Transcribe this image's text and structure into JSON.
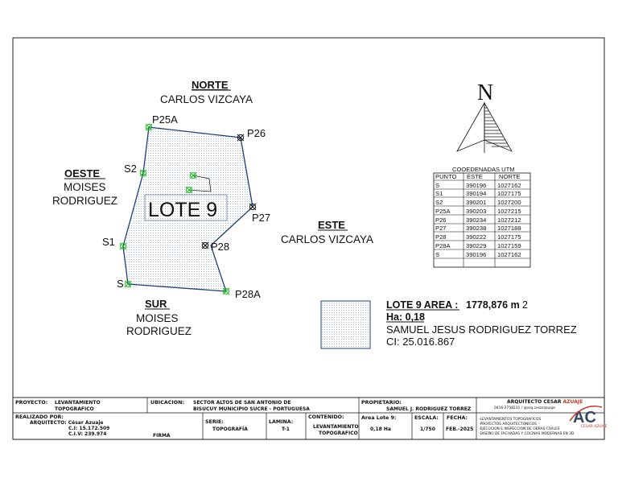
{
  "plan": {
    "north_label": "NORTE",
    "north_owner": "CARLOS  VIZCAYA",
    "east_label": "ESTE",
    "east_owner": "CARLOS  VIZCAYA",
    "west_label": "OESTE",
    "west_owner_line1": "MOISES",
    "west_owner_line2": "RODRIGUEZ",
    "south_label": "SUR",
    "south_owner_line1": "MOISES",
    "south_owner_line2": "RODRIGUEZ",
    "lot_label": "LOTE 9",
    "points": {
      "p25a": "P25A",
      "p26": "P26",
      "p27": "P27",
      "p28": "P28",
      "p28a": "P28A",
      "s2": "S2",
      "s1": "S1",
      "s": "S"
    },
    "hatch_color": "#9ab4c8",
    "marker_color": "#22bb22"
  },
  "north_arrow": {
    "letter": "N"
  },
  "coords_table": {
    "title": "COOEDENADAS UTM",
    "headers": [
      "PUNTO",
      "ESTE",
      "NORTE"
    ],
    "rows": [
      [
        "S",
        "390196",
        "1027162"
      ],
      [
        "S1",
        "390194",
        "1027175"
      ],
      [
        "S2",
        "390201",
        "1027200"
      ],
      [
        "P25A",
        "390203",
        "1027215"
      ],
      [
        "P26",
        "390234",
        "1027212"
      ],
      [
        "P27",
        "390238",
        "1027188"
      ],
      [
        "P28",
        "390222",
        "1027175"
      ],
      [
        "P28A",
        "390229",
        "1027159"
      ],
      [
        "S",
        "390196",
        "1027162"
      ]
    ]
  },
  "legend": {
    "area_label": "LOTE 9 AREA :",
    "area_value": "1778,876 m",
    "area_unit_sup": "2",
    "ha": "Ha: 0,18",
    "owner": "SAMUEL JESUS RODRIGUEZ TORREZ",
    "ci": "CI: 25.016.867"
  },
  "title_block": {
    "proyecto_label": "PROYECTO:",
    "proyecto_value1": "LEVANTAMIENTO",
    "proyecto_value2": "TOPOGRAFICO",
    "ubicacion_label": "UBICACION:",
    "ubicacion_value1": "SECTOR ALTOS DE SAN ANTONIO DE",
    "ubicacion_value2": "BISUCUY MUNICIPIO SUCRE - PORTUGUESA",
    "propietario_label": "PROPIETARIO:",
    "propietario_value": "SAMUEL J. RODRIGUEZ TORREZ",
    "realizado_label": "REALIZADO POR:",
    "arquitecto": "ARQUITECTO: César Azuaje",
    "ci": "C.I: 15.172.509",
    "civ": "C.I.V: 239.974",
    "firma": "FIRMA",
    "serie_label": "SERIE:",
    "serie_value": "TOPOGRAFÍA",
    "lamina_label": "LAMINA:",
    "lamina_value": "T-1",
    "contenido_label": "CONTENIDO:",
    "contenido_value1": "LEVANTAMIENTO",
    "contenido_value2": "TOPOGRAFICO",
    "area_lote_label": "Area Lote 9:",
    "area_lote_value": "0,18 Ha",
    "escala_label": "ESCALA:",
    "escala_value": "1/750",
    "fecha_label": "FECHA:",
    "fecha_value": "FEB.-2025",
    "brand_arq": "ARQUITECTO  CESAR ",
    "brand_name": "AZUAJE",
    "brand_contact": "0416-2758231 / @arq.cesarazuaje",
    "services": [
      "-LEVANTAMIENTOS TOPOGRAFICOS",
      "-PROYECTOS ARQUITECTONICOS",
      "-EJECUCION E INSPECCION DE OBRAS CIVILES",
      "-DISEÑO DE FACHADAS Y COCINAS MODERNAS EN 3D"
    ],
    "logo_text": "AC",
    "logo_caption": "CESAR AZUAJE",
    "logo_color": "#c0392b"
  }
}
